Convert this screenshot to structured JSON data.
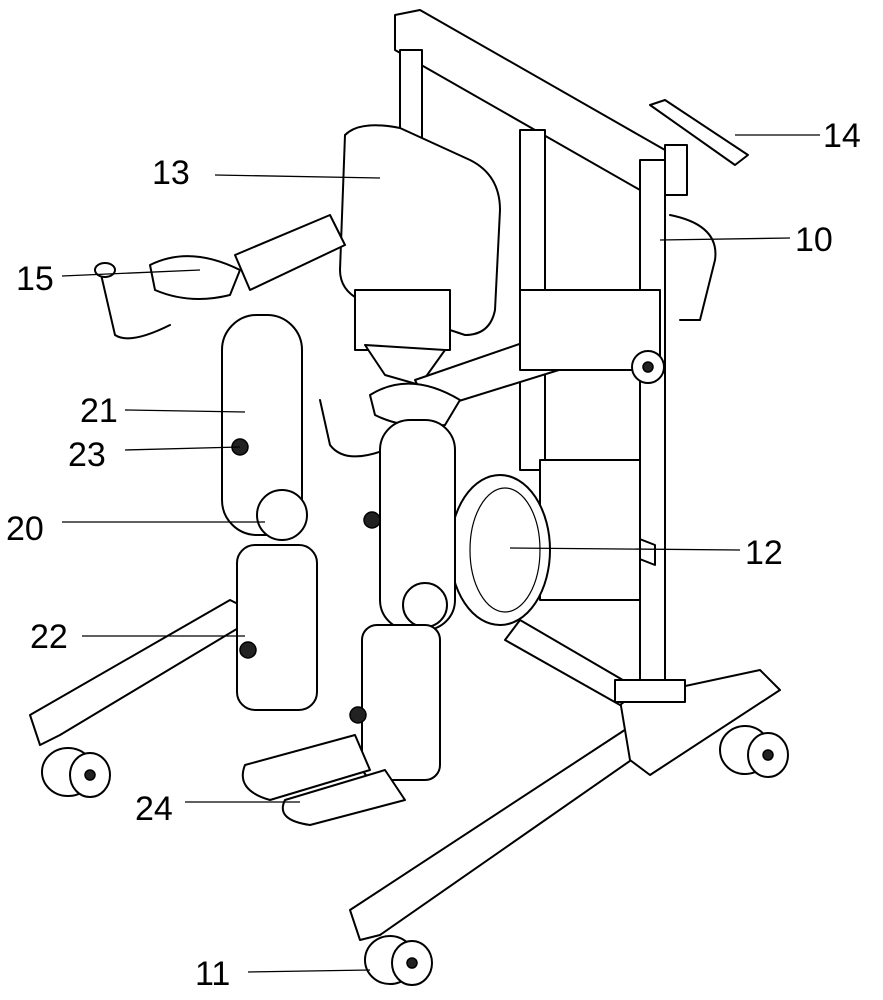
{
  "figure": {
    "labels": {
      "l10": "10",
      "l11": "11",
      "l12": "12",
      "l13": "13",
      "l14": "14",
      "l15": "15",
      "l20": "20",
      "l21": "21",
      "l22": "22",
      "l23": "23",
      "l24": "24"
    }
  }
}
